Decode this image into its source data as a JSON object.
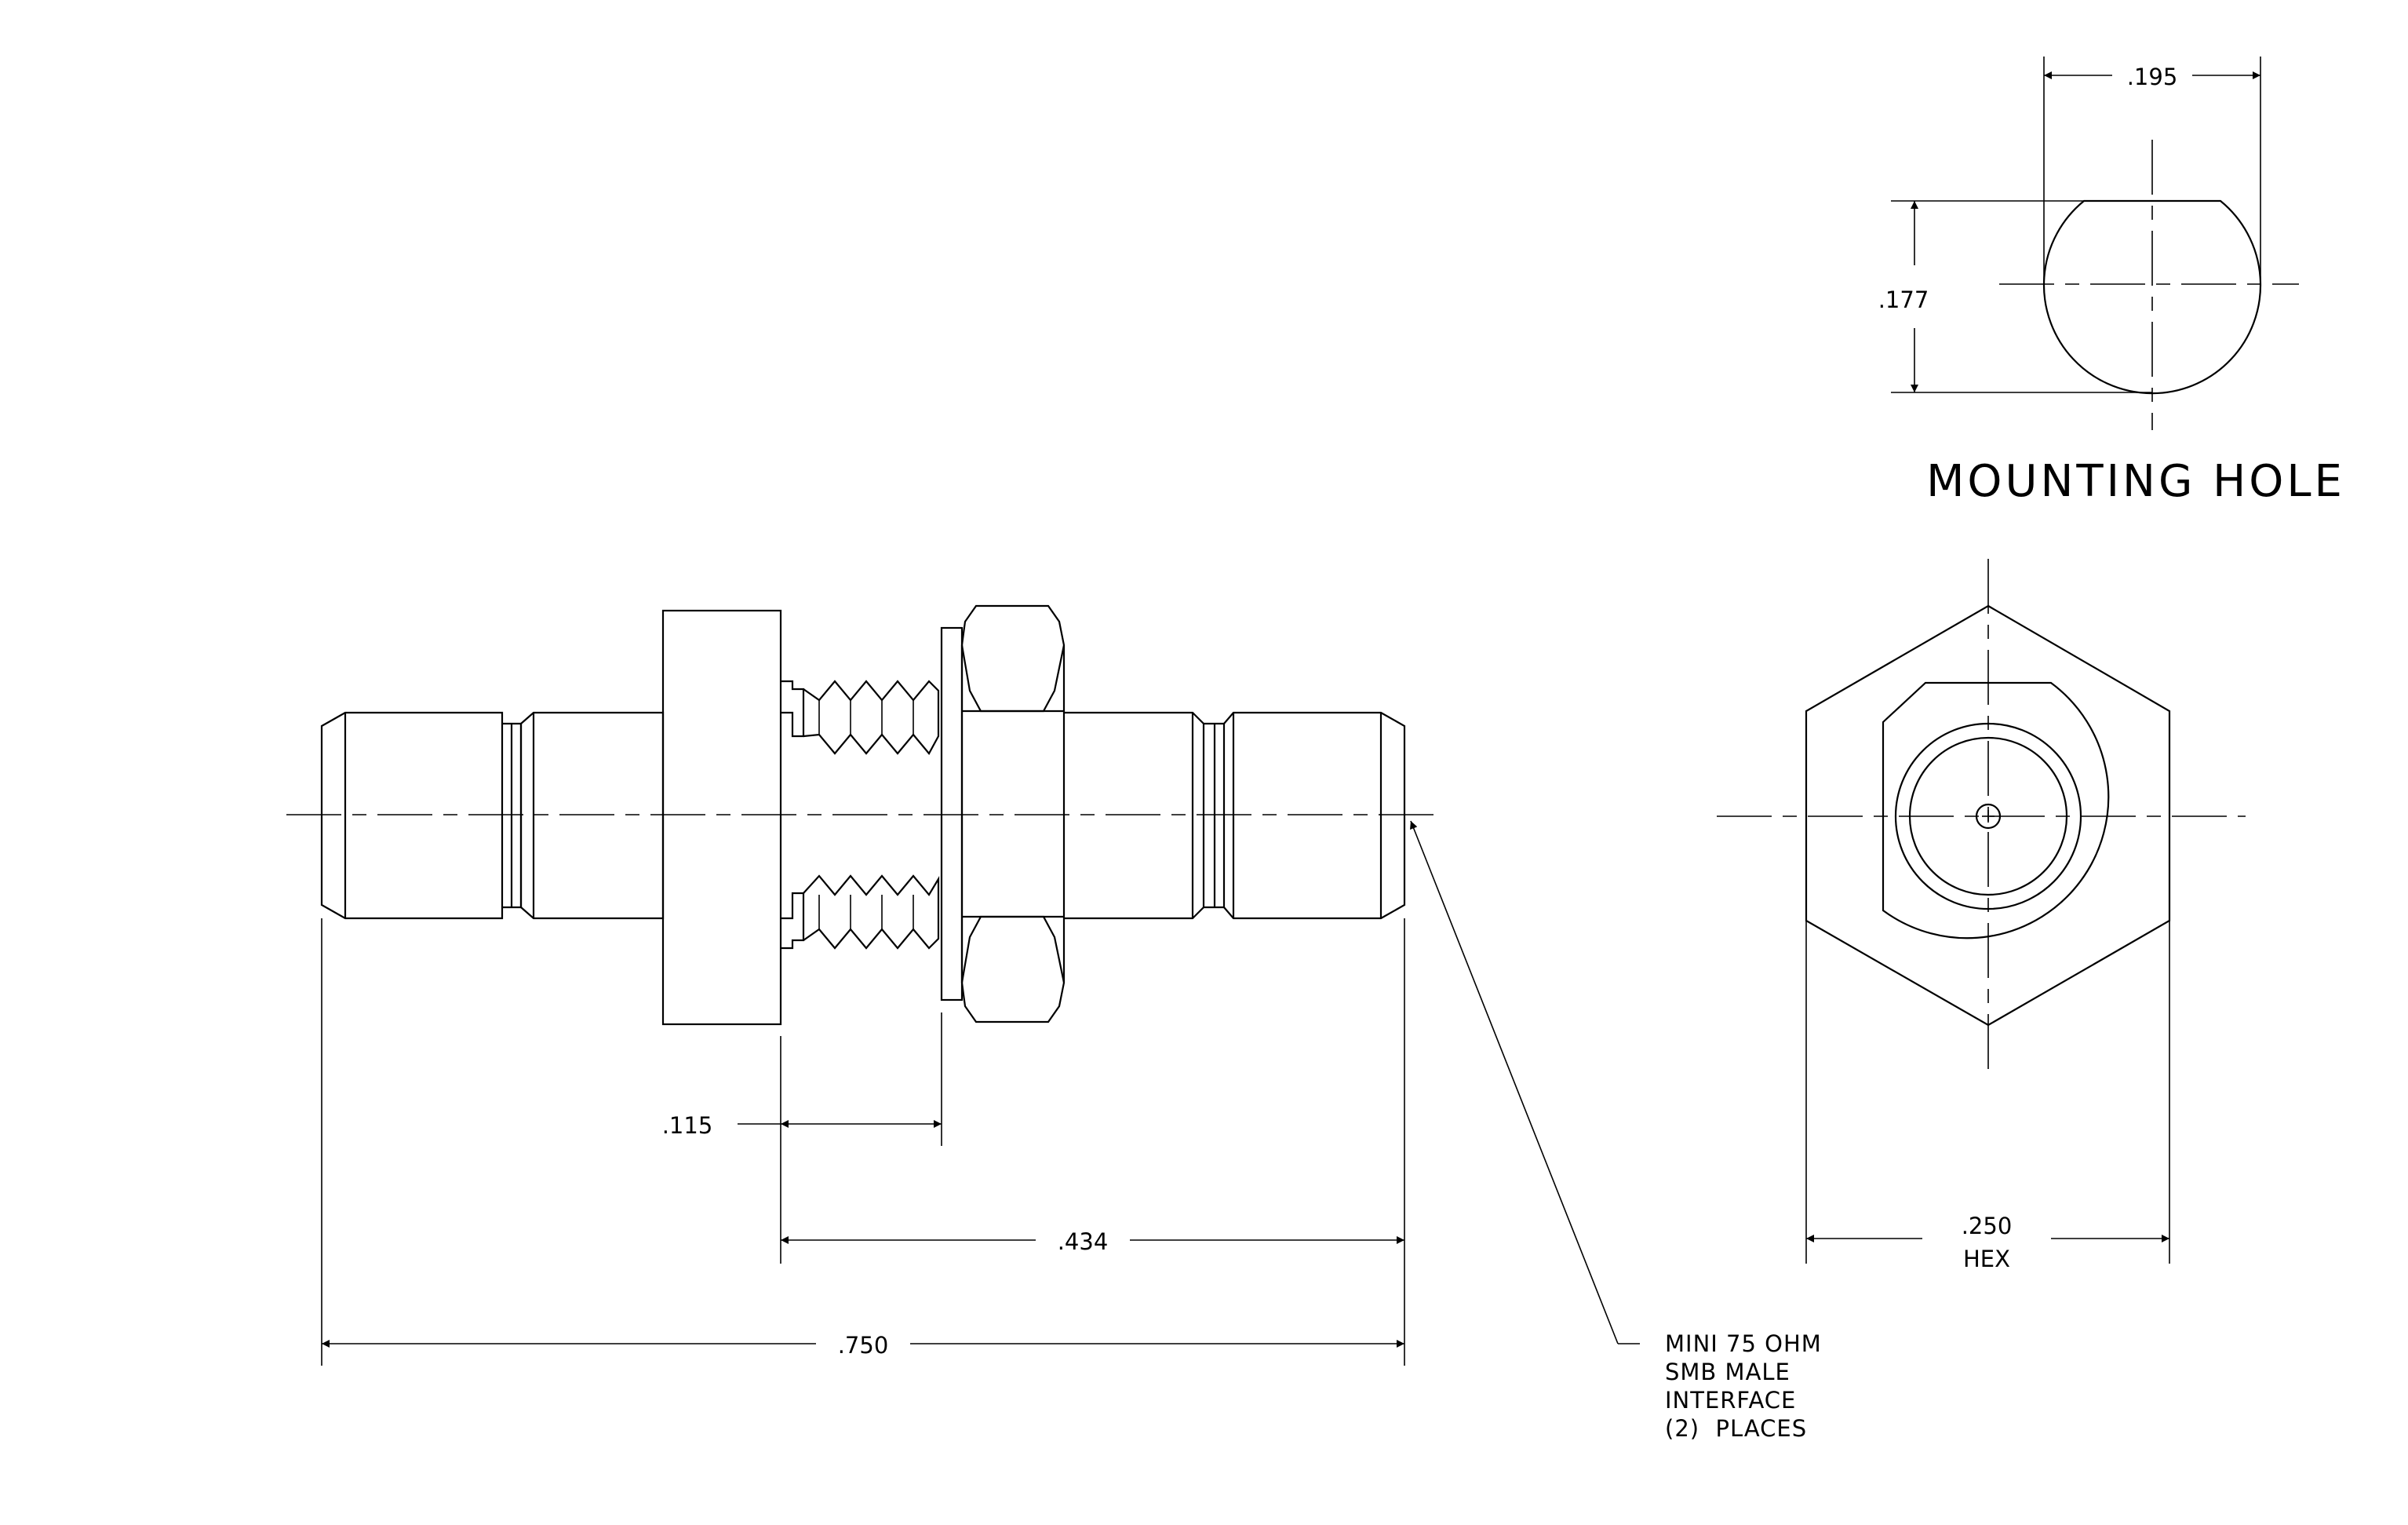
{
  "mounting_hole": {
    "title": "MOUNTING HOLE",
    "width_dim": ".195",
    "height_dim": ".177"
  },
  "side_view": {
    "dim_flange_gap": ".115",
    "dim_face_to_end": ".434",
    "dim_overall": ".750"
  },
  "end_view": {
    "hex_dim": ".250",
    "hex_label": "HEX"
  },
  "note": {
    "line1": "MINI 75 OHM",
    "line2": "SMB MALE",
    "line3": "INTERFACE",
    "line4": "(2)  PLACES"
  }
}
